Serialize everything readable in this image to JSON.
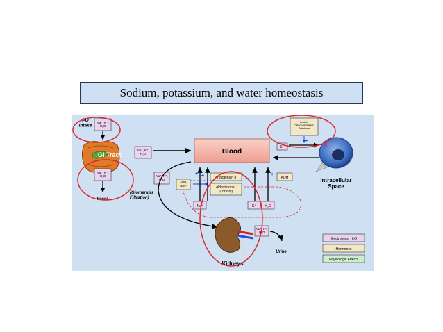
{
  "title": "Sodium, potassium, and water homeostasis",
  "labels": {
    "po_intake": "PO\nIntake",
    "electrolytes_short": "Na⁺, K⁺,\nH₂O",
    "gi_tract": "GI Tract",
    "feces": "Feces",
    "blood": "Blood",
    "glomerular_filtration": "(Glomerular\nFiltration)",
    "anp_bnp": "ANP,\nBNP",
    "angiotensin": "Angiotensin II",
    "aldosterone": "Aldosterone,\n(Cortisol)",
    "adh": "ADH",
    "na": "Na⁺",
    "k": "K⁺",
    "h2o": "H₂O",
    "insulin": "Insulin,\nCatecholamines,\nAlkalosis",
    "intracellular_space": "Intracellular\nSpace",
    "kidneys": "Kidneys",
    "urine": "Urine",
    "plus": "+",
    "minus": "−"
  },
  "legend": {
    "electrolytes": "Electrolytes, H₂O",
    "hormones": "Hormones",
    "physiologic": "Physiologic Effects"
  },
  "colors": {
    "background": "#cfe0f3",
    "electrolyte_fill": "#ead3ef",
    "hormone_fill": "#f2e8c8",
    "physio_fill": "#cfeccf",
    "blood_fill": "#f3b9ae",
    "gi_fill": "#e07a2b",
    "highlight_circle": "#e0262a",
    "dashed_red": "#d02020",
    "kidney": "#8a5a2a",
    "plus_blue": "#1b3fd6"
  }
}
